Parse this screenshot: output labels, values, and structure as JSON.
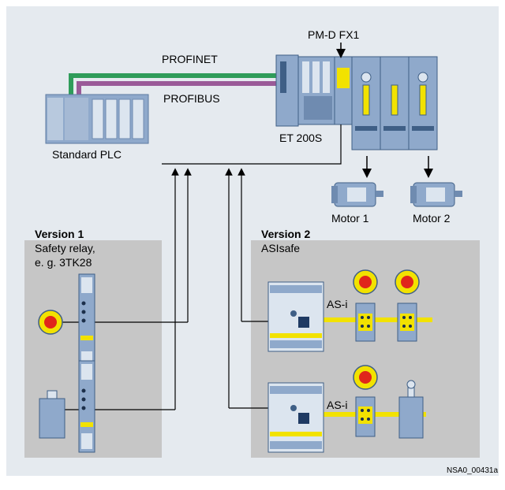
{
  "labels": {
    "profinet": "PROFINET",
    "profibus": "PROFIBUS",
    "pmd": "PM-D FX1",
    "et200s": "ET 200S",
    "plc": "Standard PLC",
    "motor1": "Motor 1",
    "motor2": "Motor 2",
    "version1_title": "Version 1",
    "version1_line1": "Safety relay,",
    "version1_line2": "e. g. 3TK28",
    "version2_title": "Version 2",
    "version2_line1": "ASIsafe",
    "asi_top": "AS-i",
    "asi_bottom": "AS-i",
    "figure_id": "NSA0_00431a"
  },
  "colors": {
    "background": "#e5eaef",
    "panel": "#c6c6c6",
    "device_blue": "#8fa9cb",
    "device_dark": "#3f5f86",
    "profinet": "#2f9c5a",
    "profibus": "#9a5a98",
    "safety_yellow": "#f2e200",
    "estop_red": "#e0261b"
  }
}
